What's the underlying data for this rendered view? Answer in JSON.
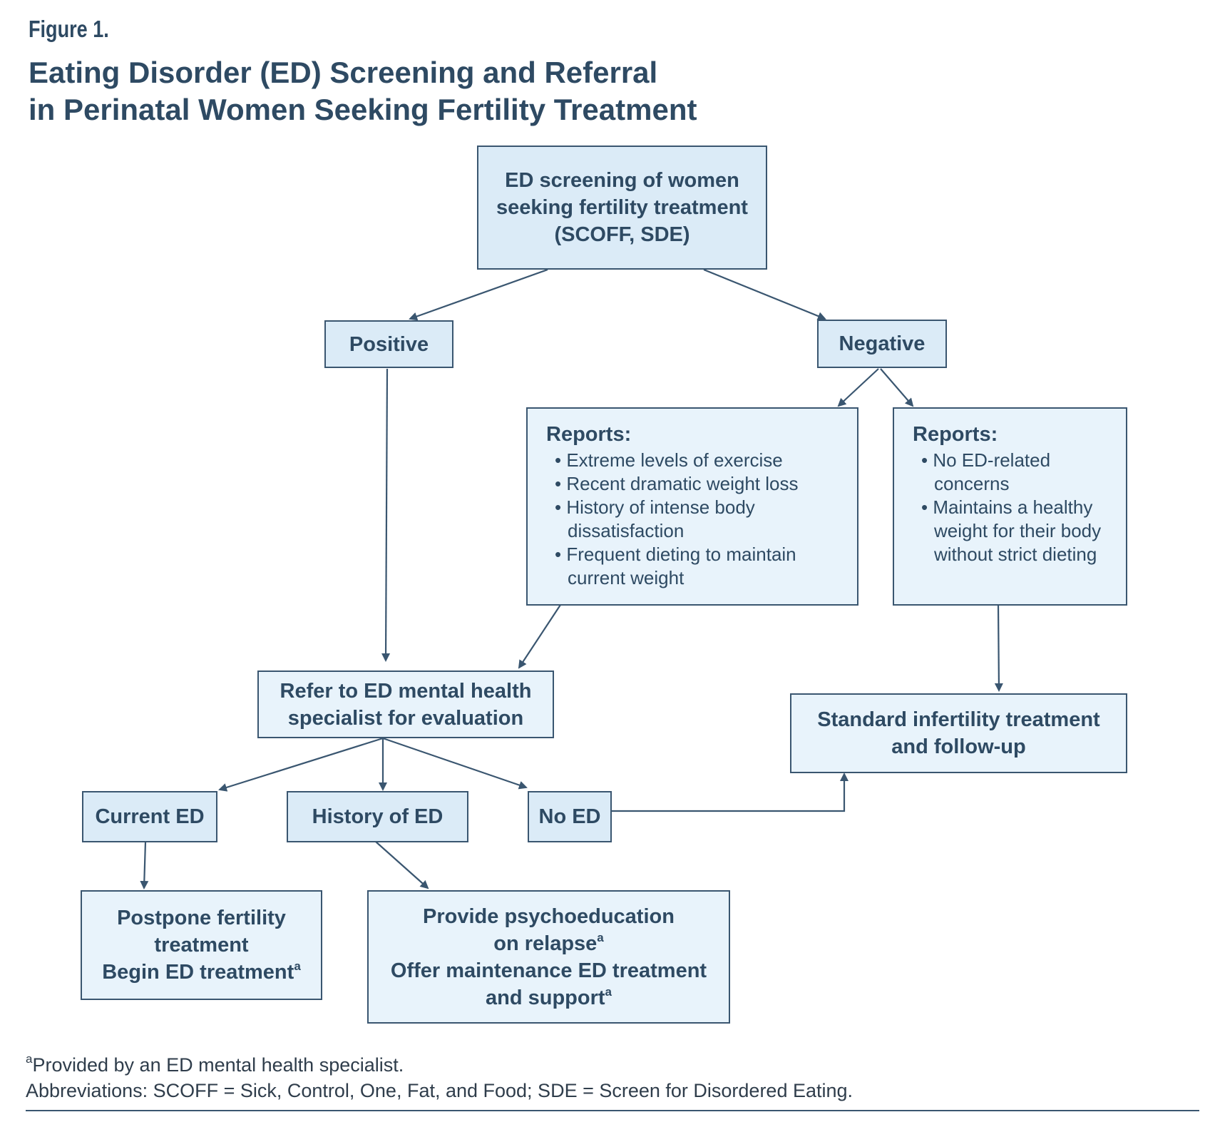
{
  "figure_label": "Figure 1.",
  "title": {
    "line1": "Eating Disorder (ED) Screening and Referral",
    "line2": "in Perinatal Women Seeking Fertility Treatment"
  },
  "nodes": {
    "screening": {
      "lines": [
        "ED screening of women",
        "seeking fertility treatment",
        "(SCOFF, SDE)"
      ]
    },
    "positive": {
      "label": "Positive"
    },
    "negative": {
      "label": "Negative"
    },
    "reports_concern": {
      "heading": "Reports:",
      "items": [
        "Extreme levels of exercise",
        "Recent dramatic weight loss",
        "History of intense body dissatisfaction",
        "Frequent dieting to maintain current weight"
      ]
    },
    "reports_healthy": {
      "heading": "Reports:",
      "items": [
        "No ED-related concerns",
        "Maintains a healthy weight for their body without strict dieting"
      ]
    },
    "refer": {
      "lines": [
        "Refer to ED mental health",
        "specialist for evaluation"
      ]
    },
    "standard": {
      "lines": [
        "Standard infertility treatment",
        "and follow-up"
      ]
    },
    "current_ed": {
      "label": "Current ED"
    },
    "history_ed": {
      "label": "History of ED"
    },
    "no_ed": {
      "label": "No ED"
    },
    "postpone": {
      "line1": "Postpone fertility",
      "line2": "treatment",
      "line3": "Begin ED treatment",
      "line3_sup": "a"
    },
    "psychoeducation": {
      "line1": "Provide psychoeducation",
      "line2": "on relapse",
      "line2_sup": "a",
      "line3": "Offer maintenance ED treatment",
      "line4": "and support",
      "line4_sup": "a"
    }
  },
  "footnotes": {
    "marker": "a",
    "note": "Provided by an ED mental health specialist.",
    "abbreviations": "Abbreviations: SCOFF = Sick, Control, One, Fat, and Food; SDE = Screen for Disordered Eating."
  },
  "colors": {
    "box_fill": "#dbebf7",
    "box_fill_light": "#e8f3fb",
    "stroke": "#3a5670",
    "text": "#2e4a63"
  }
}
